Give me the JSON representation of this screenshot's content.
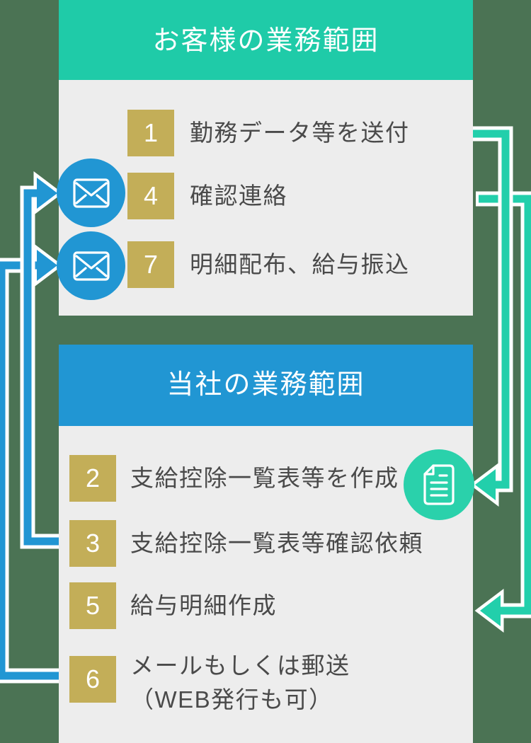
{
  "customer_box": {
    "title": "お客様の業務範囲",
    "steps": [
      {
        "num": "1",
        "label": "勤務データ等を送付"
      },
      {
        "num": "4",
        "label": "確認連絡",
        "icon": "mail"
      },
      {
        "num": "7",
        "label": "明細配布、給与振込",
        "icon": "mail"
      }
    ]
  },
  "company_box": {
    "title": "当社の業務範囲",
    "steps": [
      {
        "num": "2",
        "label": "支給控除一覧表等を作成",
        "icon": "document"
      },
      {
        "num": "3",
        "label": "支給控除一覧表等確認依頼"
      },
      {
        "num": "5",
        "label": "給与明細作成"
      },
      {
        "num": "6",
        "label": "メールもしくは郵送",
        "label2": "（WEB発行も可）"
      }
    ]
  },
  "icons": {
    "mail_icon": "envelope",
    "document_icon": "document-page"
  },
  "colors": {
    "background_green": "#4b7354",
    "panel_gray": "#ededed",
    "customer_header_teal": "#1fcba8",
    "company_header_blue": "#2196d3",
    "step_badge_gold": "#c3ae58",
    "arrow_teal": "#22cfab",
    "arrow_blue": "#2196d3",
    "mail_badge_blue": "#2196d3",
    "document_badge_teal": "#2ad1ab",
    "step_text": "#4a4a4a",
    "white": "#ffffff"
  }
}
